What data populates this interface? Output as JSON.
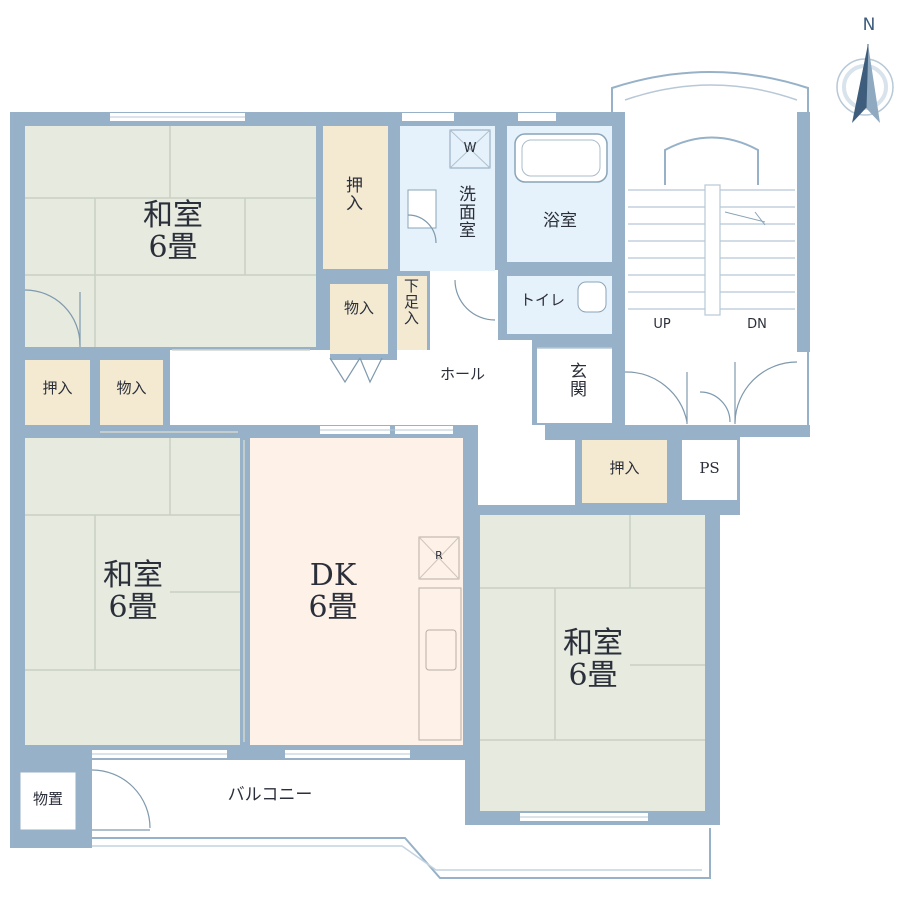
{
  "colors": {
    "wall": "#97b2c8",
    "tatami": "#e6eadf",
    "tatami_line": "#c9d0c2",
    "dk_floor": "#fdf1e8",
    "closet": "#f4ead2",
    "wet": "#e6f2fb",
    "text": "#2b2f3a"
  },
  "rooms": {
    "washitsu_nw": "和室\n6畳",
    "washitsu_w": "和室\n6畳",
    "washitsu_se": "和室\n6畳",
    "dk": "DK\n6畳"
  },
  "labels": {
    "oshiire_top": "押入",
    "monoire_top": "物入",
    "geta": "下足入",
    "oshiire_left": "押入",
    "monoire_left": "物入",
    "senmen": "洗面室",
    "yokushitsu": "浴室",
    "toilet": "トイレ",
    "hall": "ホール",
    "genkan": "玄関",
    "oshiire_entry": "押入",
    "ps": "PS",
    "balcony": "バルコニー",
    "monooki": "物置",
    "up": "UP",
    "dn": "DN",
    "washer": "W",
    "fridge": "R",
    "north": "N"
  }
}
